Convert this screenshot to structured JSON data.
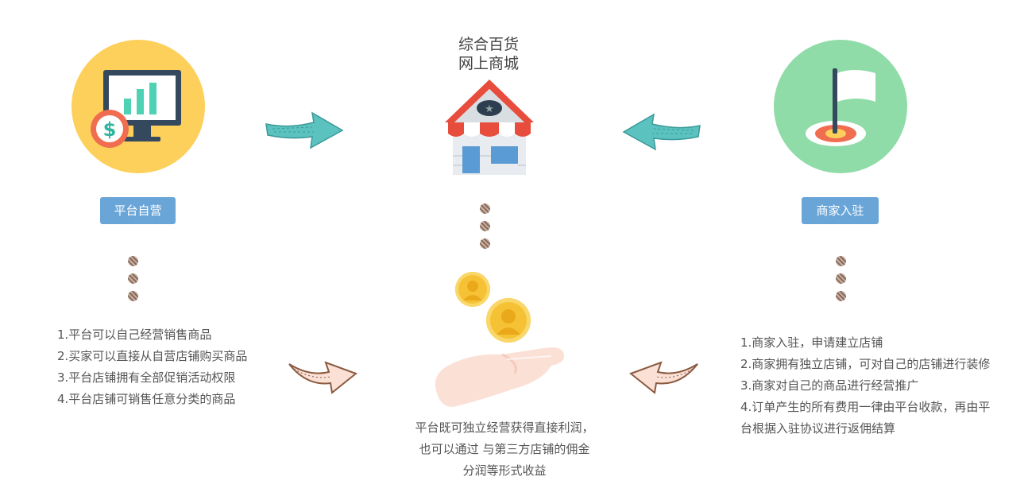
{
  "left": {
    "badge": "平台自营",
    "items": [
      "1.平台可以自己经营销售商品",
      "2.买家可以直接从自营店铺购买商品",
      "3.平台店铺拥有全部促销活动权限",
      "4.平台店铺可销售任意分类的商品"
    ]
  },
  "center": {
    "title_line1": "综合百货",
    "title_line2": "网上商城",
    "desc": [
      "平台既可独立经营获得直接利润，",
      "也可以通过 与第三方店铺的佣金",
      "分润等形式收益"
    ]
  },
  "right": {
    "badge": "商家入驻",
    "items": [
      "1.商家入驻，申请建立店铺",
      "2.商家拥有独立店铺，可对自己的店铺进行装修",
      "3.商家对自己的商品进行经营推广",
      "4.订单产生的所有费用一律由平台收款，再由平",
      "台根据入驻协议进行返佣结算"
    ]
  },
  "colors": {
    "badge": "#6aa5d8",
    "left_circle": "#fdd05b",
    "right_circle": "#8fdca8",
    "arrow_teal": "#5cc2c0"
  },
  "icons": [
    "monitor-dollar-icon",
    "shop-icon",
    "target-flag-icon",
    "coin-icon",
    "hand-icon"
  ]
}
